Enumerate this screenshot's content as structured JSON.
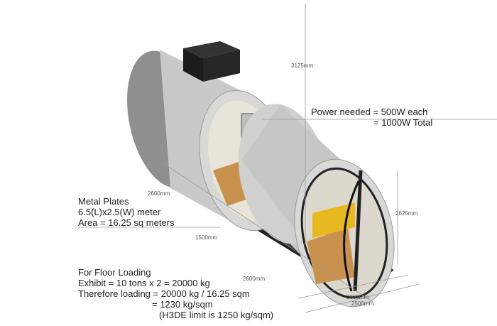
{
  "power": {
    "line1": "Power needed = 500W each",
    "line2": "= 1000W Total"
  },
  "metal_plates": {
    "title": "Metal Plates",
    "size": "6.5(L)x2.5(W) meter",
    "area": "Area = 16.25 sq meters"
  },
  "floor_loading": {
    "title": "For Floor Loading",
    "exhibit": "Exhibit = 10 tons x 2 = 20000 kg",
    "loading": "Therefore loading = 20000 kg / 16.25 sqm",
    "result": "= 1230 kg/sqm",
    "limit": "(H3DE limit is 1250 kg/sqm)"
  },
  "dimensions": {
    "height_total": "3125mm",
    "length_1": "2600mm",
    "gap": "1500mm",
    "length_2": "2600mm",
    "pipe_height": "2625mm",
    "inner_width": "2098mm",
    "plate_width": "2500mm"
  },
  "colors": {
    "concrete": "#c9c9c7",
    "base": "#3a3a3a",
    "wood": "#c8924e",
    "accent_yellow": "#e8b820"
  }
}
